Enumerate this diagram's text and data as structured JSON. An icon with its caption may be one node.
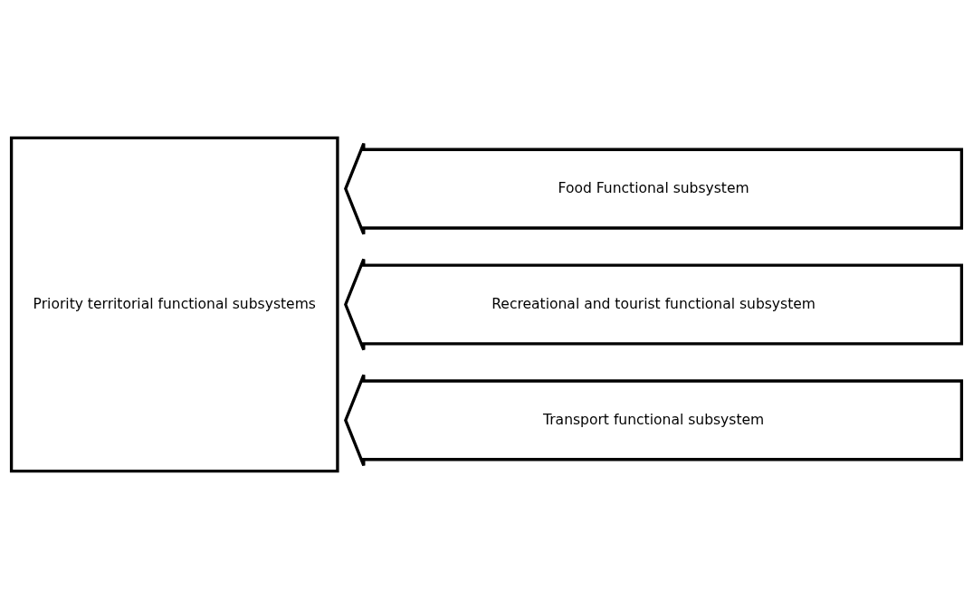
{
  "diagram": {
    "nodes": [
      {
        "text": [
          "Priority territorial functional subsystems"
        ]
      },
      {
        "text": [
          "Food Functional subsystem"
        ]
      },
      {
        "text": [
          "Recreational and tourist functional subsystem"
        ]
      },
      {
        "text": [
          "Transport functional subsystem"
        ]
      }
    ]
  }
}
